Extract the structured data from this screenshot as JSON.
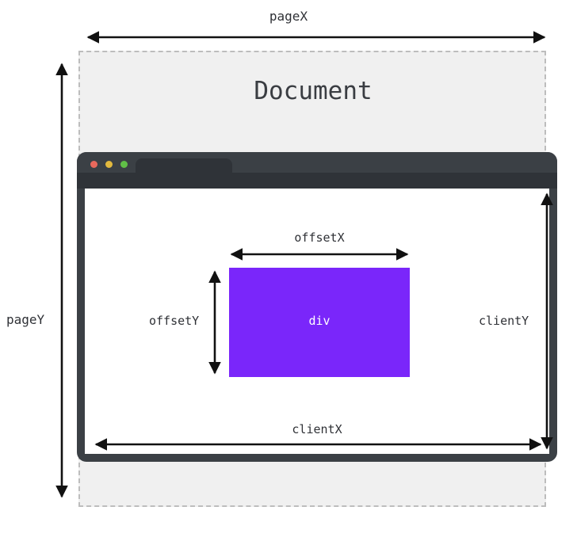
{
  "diagram": {
    "title": "Document",
    "background_color": "#ffffff",
    "document_box": {
      "label": "Document",
      "fill_color": "#f0f0f0",
      "border_color": "#bdbdbd",
      "border_style": "dashed"
    },
    "browser": {
      "chrome_color": "#3b4045",
      "toolbar_color": "#2f3338",
      "viewport_color": "#ffffff",
      "traffic_lights": [
        {
          "name": "close-dot",
          "color": "#e8685c"
        },
        {
          "name": "minimize-dot",
          "color": "#e2b93e"
        },
        {
          "name": "maximize-dot",
          "color": "#60bf47"
        }
      ],
      "tab_label": ""
    },
    "element": {
      "label": "div",
      "fill_color": "#7a26fa",
      "text_color": "#ffffff"
    },
    "measurements": [
      {
        "key": "pageX",
        "label": "pageX",
        "orientation": "horizontal",
        "scope": "document"
      },
      {
        "key": "pageY",
        "label": "pageY",
        "orientation": "vertical",
        "scope": "document"
      },
      {
        "key": "clientX",
        "label": "clientX",
        "orientation": "horizontal",
        "scope": "viewport"
      },
      {
        "key": "clientY",
        "label": "clientY",
        "orientation": "vertical",
        "scope": "viewport"
      },
      {
        "key": "offsetX",
        "label": "offsetX",
        "orientation": "horizontal",
        "scope": "element"
      },
      {
        "key": "offsetY",
        "label": "offsetY",
        "orientation": "vertical",
        "scope": "element"
      }
    ],
    "arrow_color": "#111111"
  }
}
